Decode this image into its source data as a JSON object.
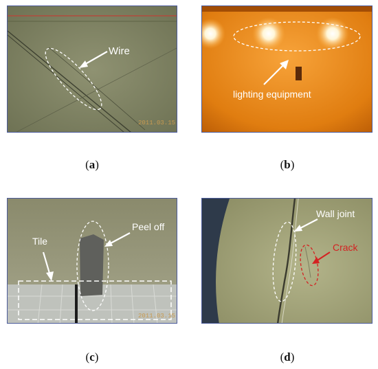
{
  "panels": {
    "a": {
      "caption_letter": "a",
      "label_wire": "Wire",
      "timestamp": "2011.03.15"
    },
    "b": {
      "caption_letter": "b",
      "label_lighting": "lighting equipment"
    },
    "c": {
      "caption_letter": "c",
      "label_tile": "Tile",
      "label_peel": "Peel off",
      "timestamp": "2011.03.15"
    },
    "d": {
      "caption_letter": "d",
      "label_joint": "Wall joint",
      "label_crack": "Crack"
    }
  },
  "colors": {
    "annotation": "#ffffff",
    "crack_marker": "#d42222",
    "panel_border": "#4a5a9a"
  }
}
